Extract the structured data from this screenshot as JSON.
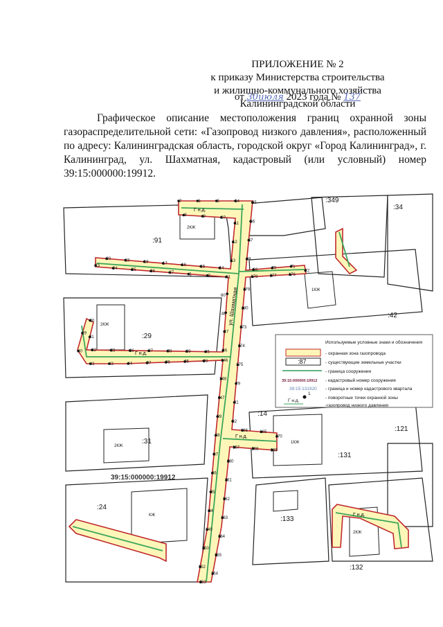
{
  "header": {
    "title": "ПРИЛОЖЕНИЕ № 2",
    "line1": "к приказу Министерства строительства",
    "line2": "и жилищно-коммунального хозяйства",
    "line3": "Калининградской области",
    "date_prefix": "от",
    "date_hand": "30июля",
    "year_text": "2023 года №",
    "number_hand": "137"
  },
  "description": "Графическое описание местоположения границ охранной зоны газораспределительной сети: «Газопровод низкого давления», расположенный по адресу: Калининградская область, городской округ «Город Калининград», г. Калининград, ул. Шахматная, кадастровый (или условный) номер 39:15:000000:19912.",
  "map": {
    "street": "ул. Шахматная",
    "cadastral_number": "39:15:000000:19912",
    "quarter_number": "39:15:131920",
    "pipe_label": "Г н.д.",
    "parcels": [
      ":91",
      ":29",
      ":42",
      ":349",
      ":34",
      ":31",
      ":131",
      ":121",
      ":133",
      ":132",
      ":24",
      ":14"
    ],
    "building_labels": [
      "2КЖ",
      "2КЖ",
      "1КЖ",
      "2КЖ",
      "1КЖ",
      "КЖ",
      "2КЖ"
    ],
    "points": [
      "64",
      "65",
      "66",
      "67",
      "68",
      "69",
      "70",
      "71",
      "72",
      "176",
      "177",
      "178",
      "179",
      "180",
      "173",
      "174",
      "175",
      "79",
      "81",
      "82",
      "166",
      "165",
      "170",
      "169",
      "168",
      "167",
      "160",
      "161",
      "162",
      "163",
      "164",
      "155",
      "154",
      "153",
      "152",
      "150",
      "149",
      "84",
      "85",
      "86",
      "87",
      "88",
      "89",
      "147",
      "148",
      "146",
      "90",
      "95",
      "96",
      "97",
      "44",
      "43",
      "42",
      "40",
      "29",
      "30",
      "31",
      "32",
      "33",
      "36",
      "37",
      "38",
      "39",
      "45",
      "46",
      "47",
      "48",
      "60",
      "61",
      "2",
      "1",
      "27",
      "26",
      "25",
      "24",
      "23",
      "20",
      "19",
      "18",
      "17",
      "16",
      "15",
      "14",
      "13",
      "12",
      "11",
      "10",
      "9",
      "8",
      "7",
      "6",
      "5"
    ]
  },
  "legend": {
    "title": "Используемые условные знаки и обозначения",
    "items": [
      {
        "sample": "",
        "label": "- охранная зона газопровода"
      },
      {
        "sample": ":87",
        "label": "- существующие земельные участки"
      },
      {
        "sample": "",
        "label": "- граница сооружения"
      },
      {
        "sample": "39:15:000000:19912",
        "label": "- кадастровый номер сооружения"
      },
      {
        "sample": "39:15:131920",
        "label": "- граница и номер  кадастрового квартала"
      },
      {
        "sample": "1",
        "label": "- поворотные точки охранной зоны"
      },
      {
        "sample": "Г н.д.",
        "label": "-газопровод низкого давления"
      }
    ]
  },
  "colors": {
    "zone_fill": "#fdf6b8",
    "zone_border": "#c0282d",
    "pipe": "#3aa65a",
    "structure": "#2f9e5a",
    "parcel": "#222222",
    "cad_number": "#7a1e3c"
  }
}
